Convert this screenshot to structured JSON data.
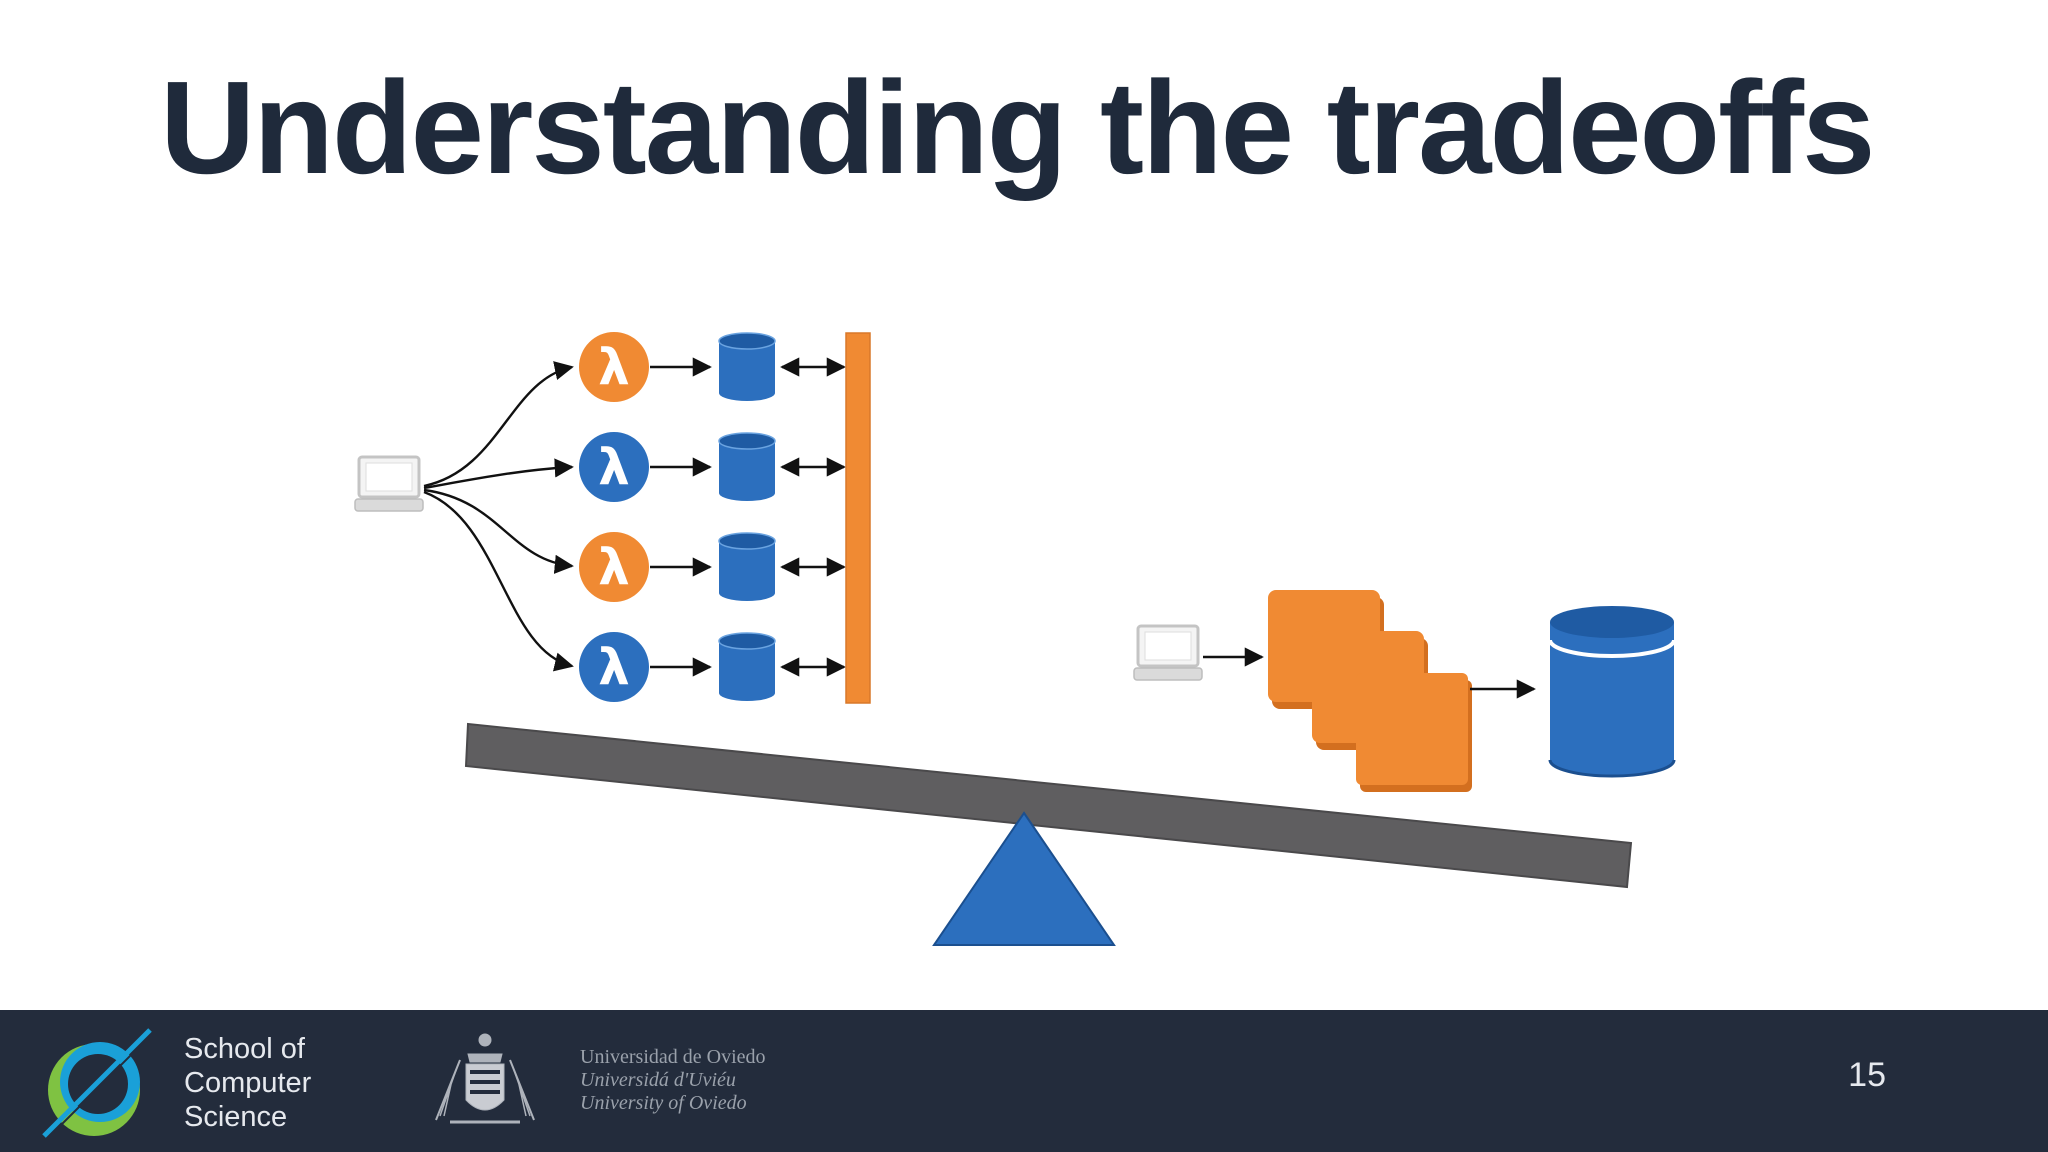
{
  "slide": {
    "title": "Understanding the tradeoffs",
    "page_number": "15"
  },
  "diagram": {
    "lambda_glyph": "λ",
    "colors": {
      "orange": "#f08a33",
      "blue": "#2c6fbe",
      "beam": "#5f5e60",
      "fulcrum": "#2c6fbe"
    }
  },
  "footer": {
    "school_lines": [
      "School of",
      "Computer",
      "Science"
    ],
    "university_lines": [
      "Universidad de Oviedo",
      "Universidá d'Uviéu",
      "University of Oviedo"
    ],
    "background": "#232c3c"
  }
}
